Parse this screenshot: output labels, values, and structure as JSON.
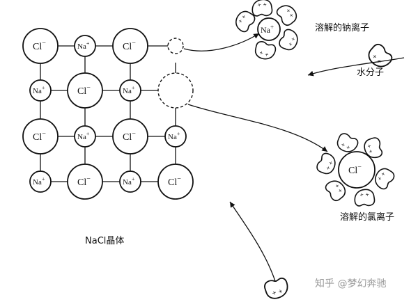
{
  "ions": {
    "chloride": "Cl",
    "sodium": "Na",
    "minus": "−",
    "plus": "+"
  },
  "labels": {
    "dissolved_sodium": "溶解的钠离子",
    "water_molecule": "水分子",
    "dissolved_chloride": "溶解的氯离子",
    "crystal": "NaCl晶体"
  },
  "watermark": "知乎 @梦幻奔驰"
}
